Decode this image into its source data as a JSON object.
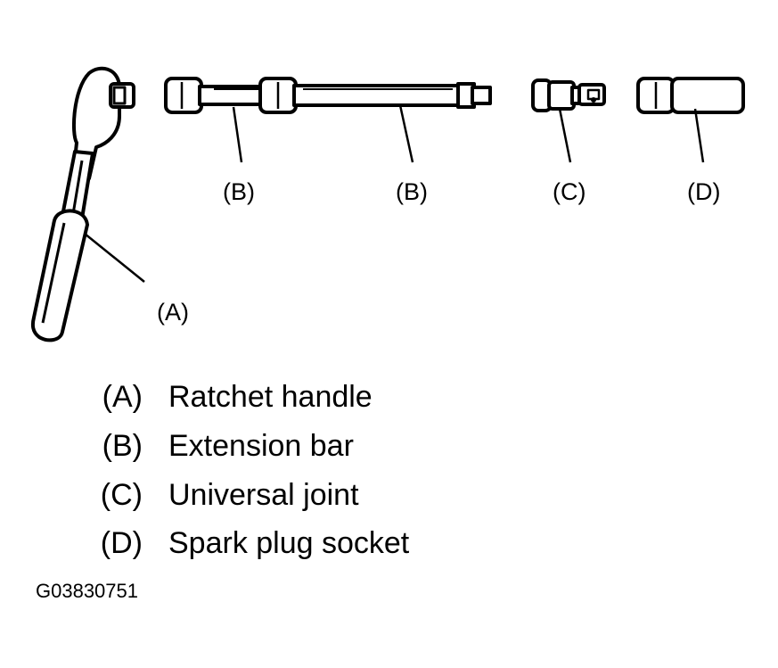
{
  "callouts": {
    "a": "(A)",
    "b1": "(B)",
    "b2": "(B)",
    "c": "(C)",
    "d": "(D)"
  },
  "legend": [
    {
      "key": "(A)",
      "text": "Ratchet handle"
    },
    {
      "key": "(B)",
      "text": "Extension bar"
    },
    {
      "key": "(C)",
      "text": "Universal joint"
    },
    {
      "key": "(D)",
      "text": "Spark plug socket"
    }
  ],
  "figure_code": "G03830751"
}
